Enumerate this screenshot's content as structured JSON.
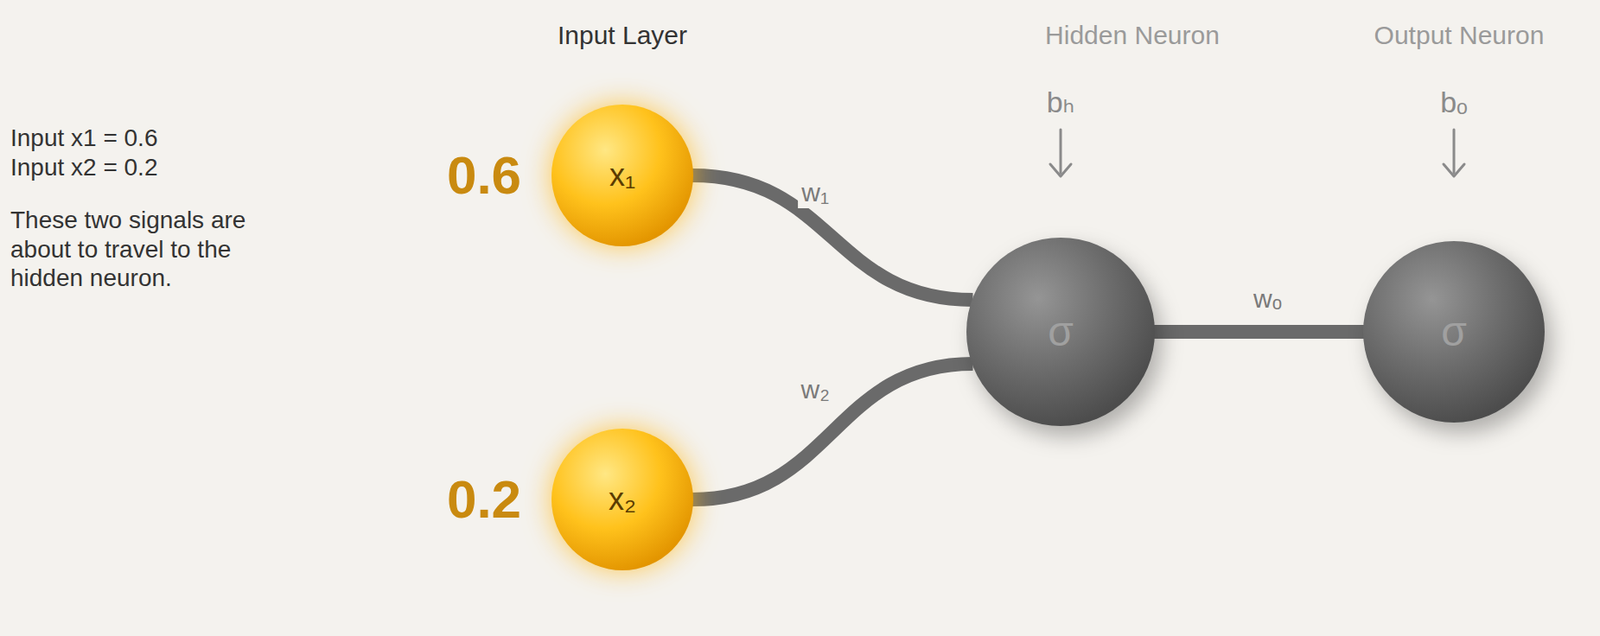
{
  "diagram": {
    "nodes": [
      {
        "text": [
          "x₁"
        ]
      },
      {
        "text": [
          "x₂"
        ]
      },
      {
        "text": [
          "σ"
        ]
      },
      {
        "text": [
          "σ"
        ]
      }
    ],
    "edges": [
      {
        "from": 0,
        "to": 2,
        "arrow": "none",
        "label": "w₁"
      },
      {
        "from": 1,
        "to": 2,
        "arrow": "none",
        "label": "w₂"
      },
      {
        "from": 2,
        "to": 3,
        "arrow": "none",
        "label": "wₒ"
      }
    ],
    "labels": [
      "Input Layer",
      "Hidden Neuron",
      "Output Neuron",
      "Input x1 = 0.6",
      "Input x2 = 0.2",
      "These two signals are about to travel to the hidden neuron.",
      "0.6",
      "0.2",
      "bₕ",
      "bₒ"
    ]
  }
}
